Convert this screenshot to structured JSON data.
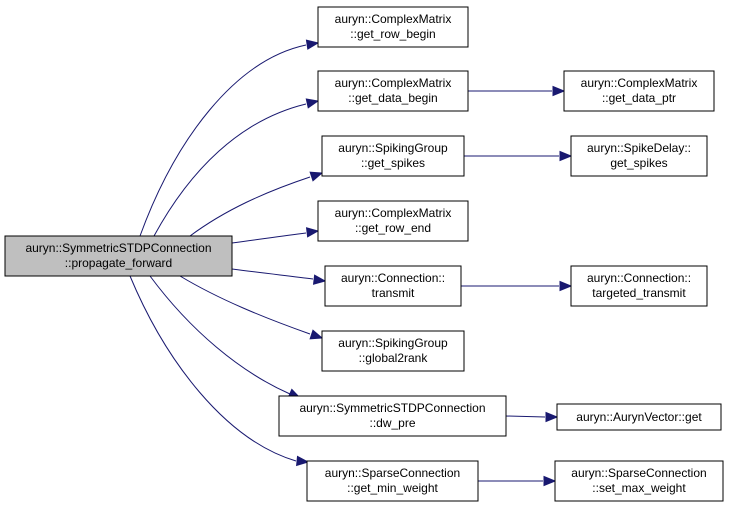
{
  "graph": {
    "type": "call-graph",
    "colors": {
      "edge": "#191970",
      "root_fill": "#bfbfbf",
      "node_fill": "#ffffff",
      "node_border": "#000000"
    },
    "nodes": [
      {
        "id": "root",
        "line1": "auryn::SymmetricSTDPConnection",
        "line2": "::propagate_forward",
        "root": true
      },
      {
        "id": "cm_row_begin",
        "line1": "auryn::ComplexMatrix",
        "line2": "::get_row_begin"
      },
      {
        "id": "cm_data_begin",
        "line1": "auryn::ComplexMatrix",
        "line2": "::get_data_begin"
      },
      {
        "id": "cm_data_ptr",
        "line1": "auryn::ComplexMatrix",
        "line2": "::get_data_ptr"
      },
      {
        "id": "sg_get_spikes",
        "line1": "auryn::SpikingGroup",
        "line2": "::get_spikes"
      },
      {
        "id": "sd_get_spikes",
        "line1": "auryn::SpikeDelay::",
        "line2": "get_spikes"
      },
      {
        "id": "cm_row_end",
        "line1": "auryn::ComplexMatrix",
        "line2": "::get_row_end"
      },
      {
        "id": "conn_transmit",
        "line1": "auryn::Connection::",
        "line2": "transmit"
      },
      {
        "id": "conn_targeted",
        "line1": "auryn::Connection::",
        "line2": "targeted_transmit"
      },
      {
        "id": "sg_global2rank",
        "line1": "auryn::SpikingGroup",
        "line2": "::global2rank"
      },
      {
        "id": "sstdp_dw_pre",
        "line1": "auryn::SymmetricSTDPConnection",
        "line2": "::dw_pre"
      },
      {
        "id": "av_get",
        "line1": "auryn::AurynVector::get",
        "line2": ""
      },
      {
        "id": "spc_min_weight",
        "line1": "auryn::SparseConnection",
        "line2": "::get_min_weight"
      },
      {
        "id": "spc_set_max_weight",
        "line1": "auryn::SparseConnection",
        "line2": "::set_max_weight"
      }
    ],
    "edges": [
      {
        "from": "root",
        "to": "cm_row_begin"
      },
      {
        "from": "root",
        "to": "cm_data_begin"
      },
      {
        "from": "root",
        "to": "sg_get_spikes"
      },
      {
        "from": "root",
        "to": "cm_row_end"
      },
      {
        "from": "root",
        "to": "conn_transmit"
      },
      {
        "from": "root",
        "to": "sg_global2rank"
      },
      {
        "from": "root",
        "to": "sstdp_dw_pre"
      },
      {
        "from": "root",
        "to": "spc_min_weight"
      },
      {
        "from": "cm_data_begin",
        "to": "cm_data_ptr"
      },
      {
        "from": "sg_get_spikes",
        "to": "sd_get_spikes"
      },
      {
        "from": "conn_transmit",
        "to": "conn_targeted"
      },
      {
        "from": "sstdp_dw_pre",
        "to": "av_get"
      },
      {
        "from": "spc_min_weight",
        "to": "spc_set_max_weight"
      }
    ]
  }
}
